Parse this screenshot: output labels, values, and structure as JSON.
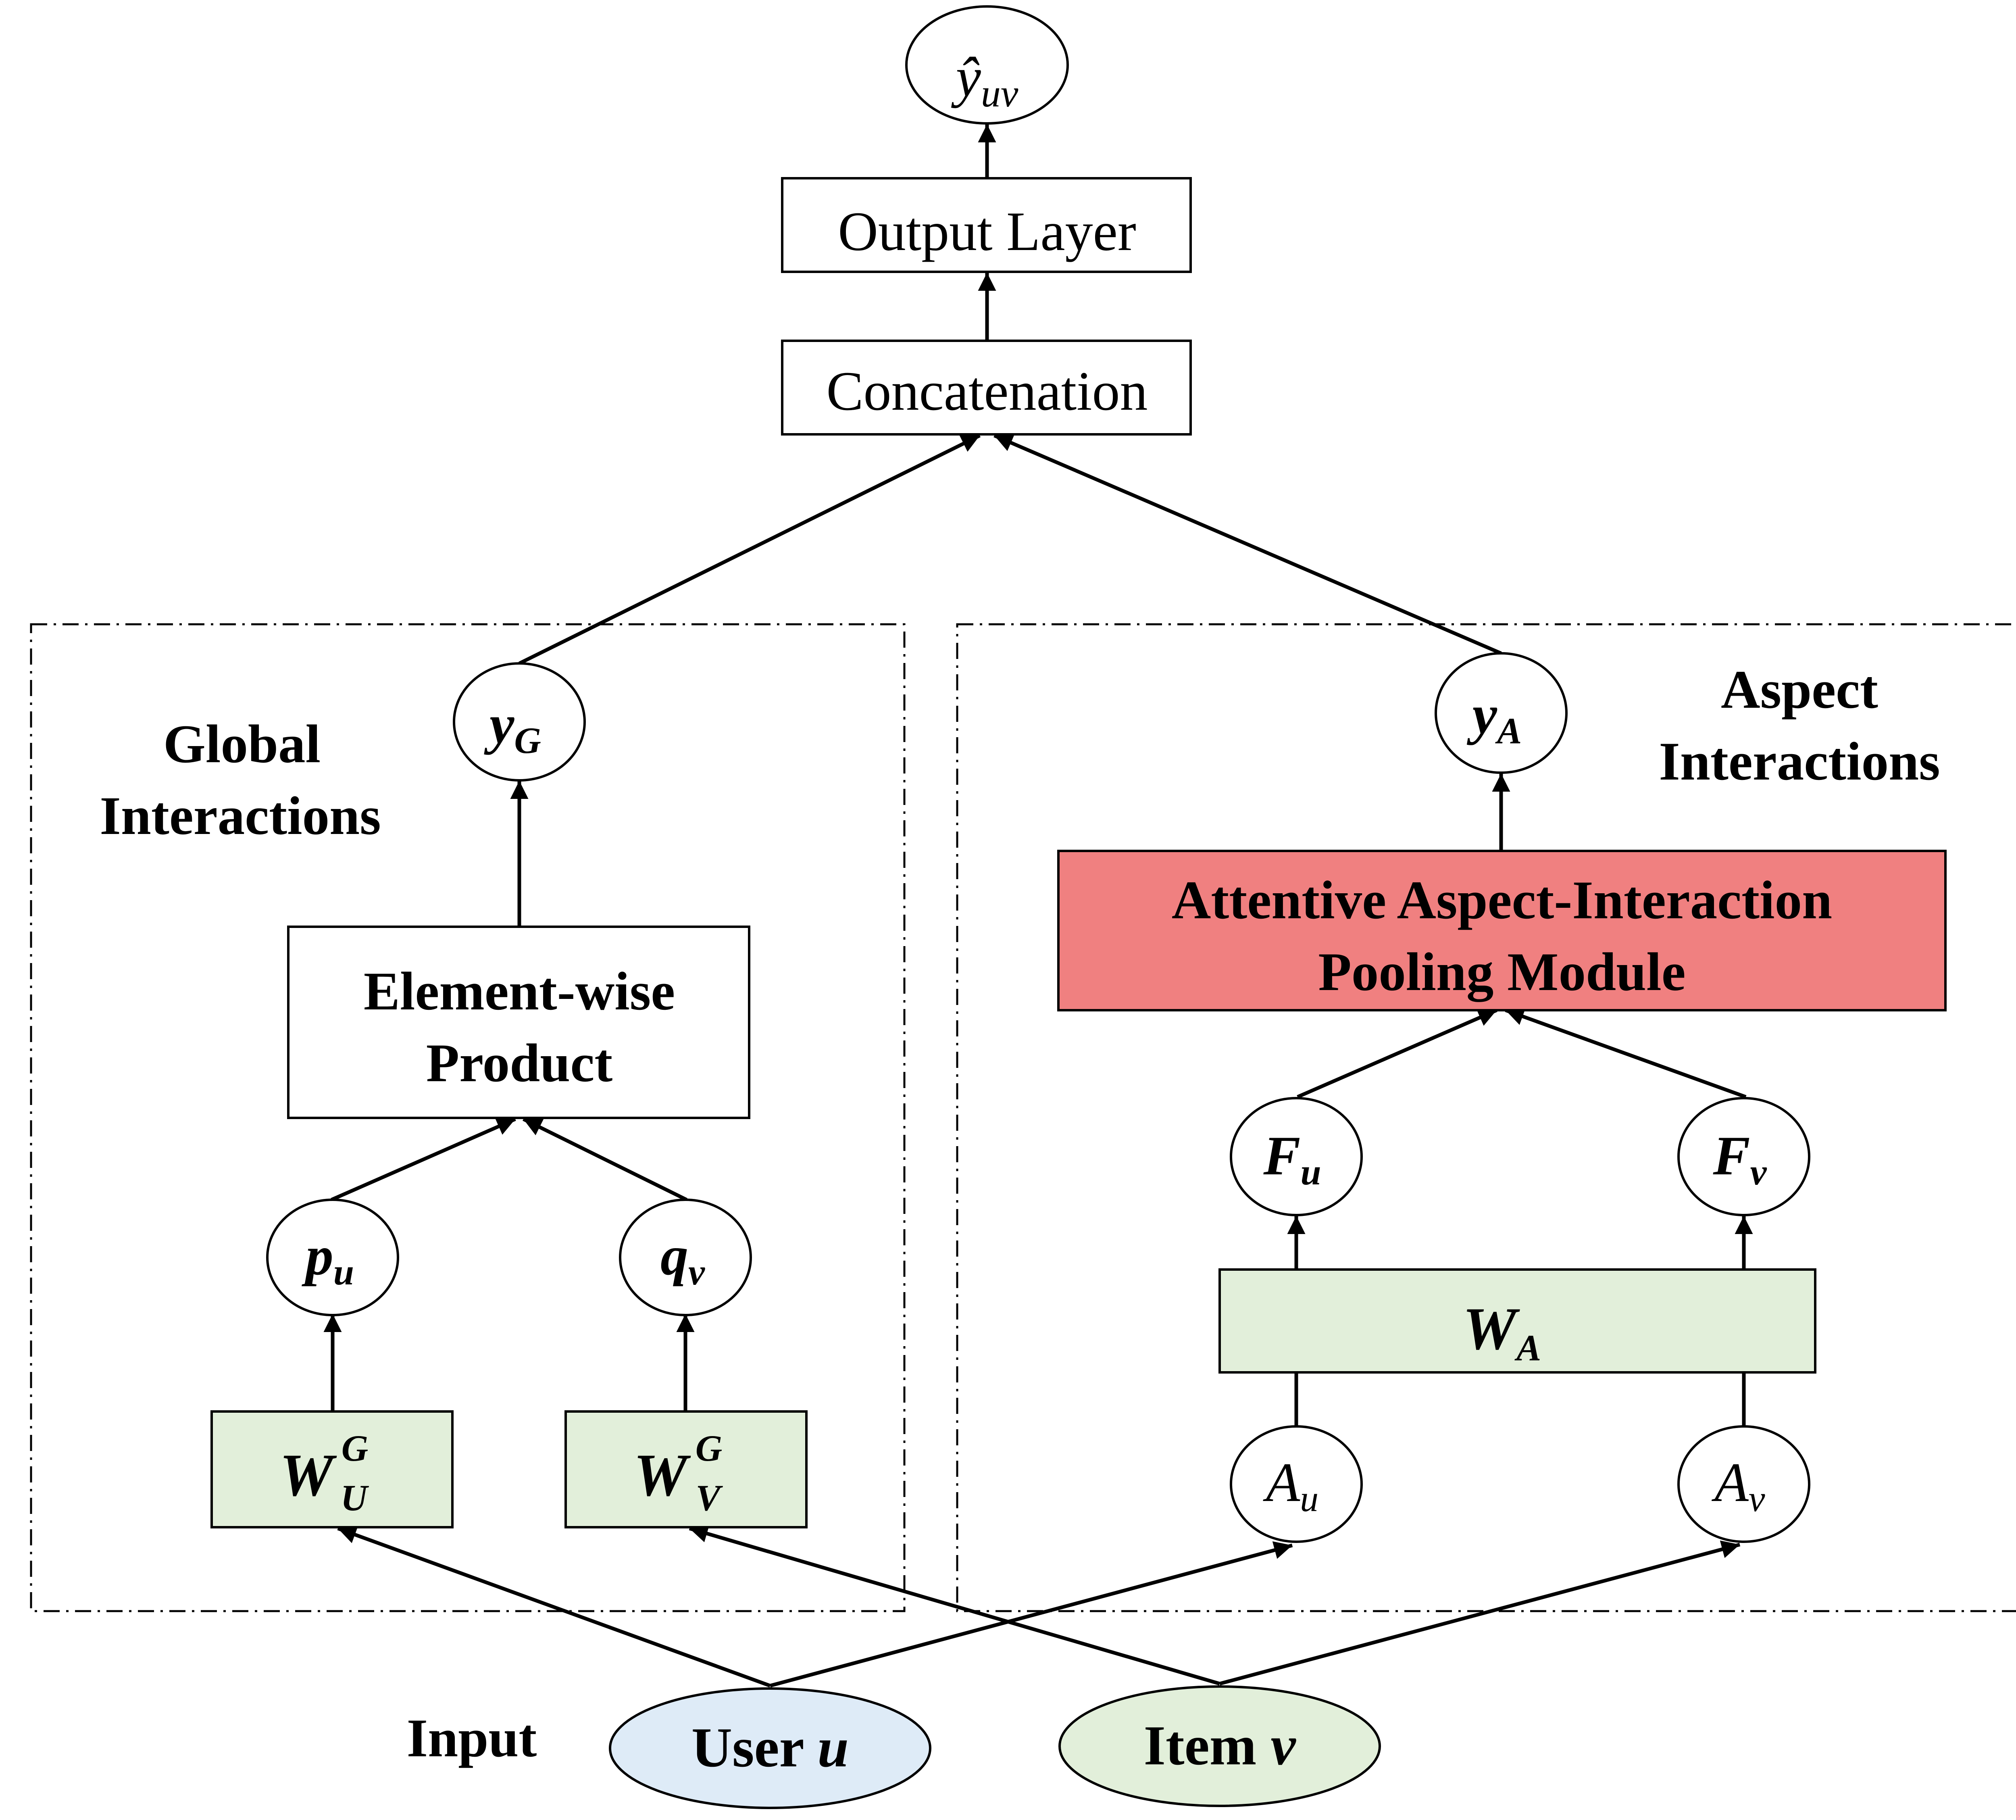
{
  "colors": {
    "weight_fill": "#e2efda",
    "attention_fill": "#f08080",
    "user_fill": "#deebf7",
    "item_fill": "#e2efda",
    "stroke": "#000000"
  },
  "nodes": {
    "output": {
      "base": "ŷ",
      "sub": "uv"
    },
    "output_layer": "Output Layer",
    "concatenation": "Concatenation",
    "y_g": {
      "base": "y",
      "sub": "G"
    },
    "y_a": {
      "base": "y",
      "sub": "A"
    },
    "element_wise": {
      "line1": "Element-wise",
      "line2": "Product"
    },
    "attentive": {
      "line1": "Attentive Aspect-Interaction",
      "line2": "Pooling Module"
    },
    "p_u": {
      "base": "p",
      "sub": "u"
    },
    "q_v": {
      "base": "q",
      "sub": "v"
    },
    "f_u": {
      "base": "F",
      "sub": "u"
    },
    "f_v": {
      "base": "F",
      "sub": "v"
    },
    "w_u_g": {
      "base": "W",
      "sup": "G",
      "sub": "U"
    },
    "w_v_g": {
      "base": "W",
      "sup": "G",
      "sub": "V"
    },
    "w_a": {
      "base": "W",
      "sub": "A"
    },
    "a_u": {
      "base": "A",
      "sub": "u"
    },
    "a_v": {
      "base": "A",
      "sub": "v"
    },
    "user": {
      "label": "User",
      "var": "u"
    },
    "item": {
      "label": "Item",
      "var": "v"
    }
  },
  "groups": {
    "global": {
      "line1": "Global",
      "line2": "Interactions"
    },
    "aspect": {
      "line1": "Aspect",
      "line2": "Interactions"
    }
  },
  "input_label": "Input"
}
